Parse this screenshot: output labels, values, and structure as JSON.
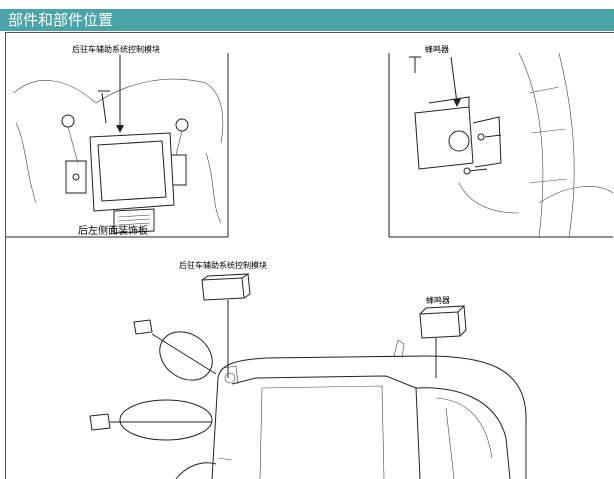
{
  "page": {
    "title": "部件和部件位置"
  },
  "top_left_figure": {
    "module_label": "后驻车辅助系统控制模块",
    "trim_label": "后左侧面装饰板"
  },
  "top_right_figure": {
    "buzzer_label": "蜂鸣器"
  },
  "bottom_figure": {
    "module_label": "后驻车辅助系统控制模块",
    "buzzer_label": "蜂鸣器"
  }
}
